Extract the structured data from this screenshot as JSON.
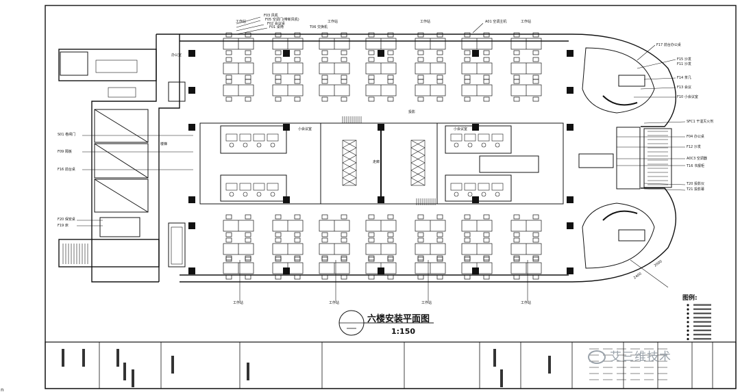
{
  "drawing": {
    "title": "六楼安装平面图",
    "scale": "1:150",
    "legend_title": "图例:",
    "watermark": "艾三维技术",
    "edge_mark": "n"
  },
  "labels": {
    "workstation": "工作站",
    "top_wall": {
      "f03": "F03 风机",
      "f05": "F05 空调门(带新风机)",
      "f02": "F02 会议桌",
      "f01": "F01 桌椅",
      "t06": "T06 交换机",
      "a01": "A01 空调主机"
    },
    "right_top": {
      "f17": "F17 前台办公桌",
      "f15": "F15 沙发",
      "f11": "F11 沙发",
      "f14": "F14 茶几",
      "f13": "F13 会议",
      "f10": "F10 小会议室"
    },
    "right_mid": {
      "sfc1": "SFC1 干湿灭火剂",
      "f04": "F04 办公桌",
      "f12": "F12 沙发",
      "a0c3": "A0C3 空调器",
      "t16": "T16 书报柜",
      "t20": "T20 投影仪",
      "t21": "T21 投影幕"
    },
    "left": {
      "s01": "S01 卷闸门",
      "f09": "F09 隔板",
      "f16": "F16 前台桌",
      "f20": "F20 保安桌",
      "f19": "F19 床"
    },
    "small_text": {
      "office": "办公室",
      "stair": "楼梯",
      "meeting_small": "小会议室",
      "corridor": "走廊",
      "projection": "投影",
      "dim_a": "2400",
      "dim_b": "2000"
    }
  }
}
